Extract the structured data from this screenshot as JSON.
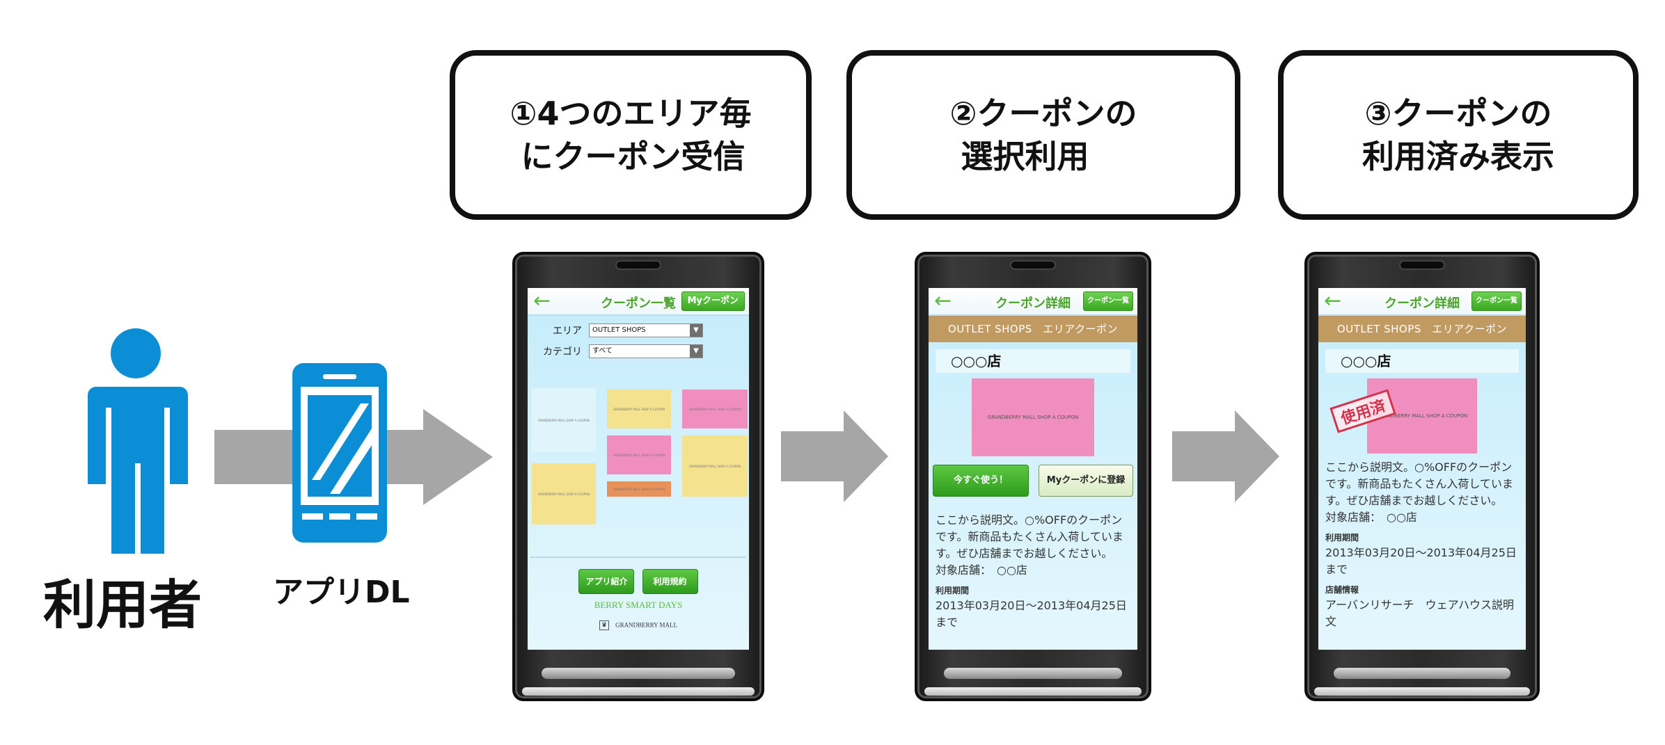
{
  "user": {
    "label": "利用者"
  },
  "app": {
    "label": "アプリDL"
  },
  "steps": [
    {
      "text": "①4つのエリア毎\n にクーポン受信"
    },
    {
      "text": "②クーポンの\n 選択利用"
    },
    {
      "text": "③クーポンの\n利用済み表示"
    }
  ],
  "phone1": {
    "title": "クーポン一覧",
    "top_button": "Myクーポン",
    "area_label": "エリア",
    "area_value": "OUTLET SHOPS",
    "category_label": "カテゴリ",
    "category_value": "すべて",
    "caret": "▼",
    "coupon_small_text": "GRANDBERRY MALL SHOP A COUPON",
    "btn_app": "アプリ紹介",
    "btn_terms": "利用規約",
    "brand": "BERRY SMART DAYS",
    "mall": "GRANDBERRY MALL"
  },
  "phone2": {
    "title": "クーポン詳細",
    "top_button": "クーポン一覧",
    "area_banner": "OUTLET SHOPS　エリアクーポン",
    "store": "○○○店",
    "coupon_text": "GRANDBERRY MALL SHOP A COUPON",
    "btn_use": "今すぐ使う！",
    "btn_register": "Myクーポンに登録",
    "desc": "ここから説明文。○%OFFのクーポンです。新商品もたくさん入荷しています。ぜひ店舗までお越しください。",
    "target": "対象店舗：　○○店",
    "period_label": "利用期間",
    "period": "2013年03月20日～2013年04月25日まで"
  },
  "phone3": {
    "title": "クーポン詳細",
    "top_button": "クーポン一覧",
    "area_banner": "OUTLET SHOPS　エリアクーポン",
    "store": "○○○店",
    "coupon_text": "GRANDBERRY MALL SHOP A COUPON",
    "stamp": "使用済",
    "desc": "ここから説明文。○%OFFのクーポンです。新商品もたくさん入荷しています。ぜひ店舗までお越しください。",
    "target": "対象店舗：　○○店",
    "period_label": "利用期間",
    "period": "2013年03月20日～2013年04月25日まで",
    "shop_info_label": "店舗情報",
    "shop_info": "アーバンリサーチ　ウェアハウス説明文"
  },
  "colors": {
    "accent_blue": "#0b8ed6",
    "arrow_gray": "#a6a6a6",
    "green": "#4aa42c",
    "banner_brown": "#c19a62",
    "coupon_pink": "#f08fbf",
    "sticky_yellow": "#f5e28f",
    "sticky_orange": "#e8925a"
  },
  "icons": [
    "person-icon",
    "smartphone-icon",
    "back-arrow-icon",
    "dropdown-caret-icon",
    "mall-logo-icon"
  ]
}
